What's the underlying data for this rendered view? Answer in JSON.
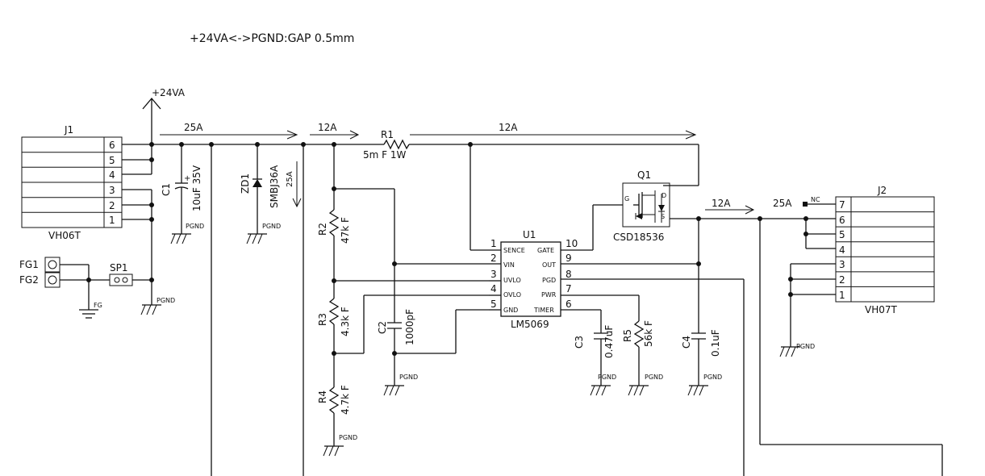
{
  "note": "+24VA<->PGND:GAP 0.5mm",
  "power_label": "+24VA",
  "gnd": "PGND",
  "fg": "FG",
  "nc": "NC",
  "j1": {
    "ref": "J1",
    "name": "VH06T",
    "pins": [
      "6",
      "5",
      "4",
      "3",
      "2",
      "1"
    ]
  },
  "j2": {
    "ref": "J2",
    "name": "VH07T",
    "pins": [
      "7",
      "6",
      "5",
      "4",
      "3",
      "2",
      "1"
    ]
  },
  "fg_pins": [
    "FG1",
    "FG2"
  ],
  "sp1": "SP1",
  "c1": {
    "ref": "C1",
    "value": "10uF 35V"
  },
  "zd1": {
    "ref": "ZD1",
    "value": "SMBJ36A"
  },
  "r1": {
    "ref": "R1",
    "value": "5m F 1W"
  },
  "r2": {
    "ref": "R2",
    "value": "47k F"
  },
  "r3": {
    "ref": "R3",
    "value": "4.3k F"
  },
  "r4": {
    "ref": "R4",
    "value": "4.7k F"
  },
  "r5": {
    "ref": "R5",
    "value": "56k F"
  },
  "c2": {
    "ref": "C2",
    "value": "1000pF"
  },
  "c3": {
    "ref": "C3",
    "value": "0.47uF"
  },
  "c4": {
    "ref": "C4",
    "value": "0.1uF"
  },
  "q1": {
    "ref": "Q1",
    "value": "CSD18536",
    "g": "G",
    "d": "D",
    "s": "S"
  },
  "u1": {
    "ref": "U1",
    "value": "LM5069",
    "left": [
      {
        "num": "1",
        "name": "SENCE"
      },
      {
        "num": "2",
        "name": "VIN"
      },
      {
        "num": "3",
        "name": "UVLO"
      },
      {
        "num": "4",
        "name": "OVLO"
      },
      {
        "num": "5",
        "name": "GND"
      }
    ],
    "right": [
      {
        "num": "10",
        "name": "GATE"
      },
      {
        "num": "9",
        "name": "OUT"
      },
      {
        "num": "8",
        "name": "PGD"
      },
      {
        "num": "7",
        "name": "PWR"
      },
      {
        "num": "6",
        "name": "TIMER"
      }
    ]
  },
  "currents": {
    "main": "25A",
    "branch": "12A"
  }
}
